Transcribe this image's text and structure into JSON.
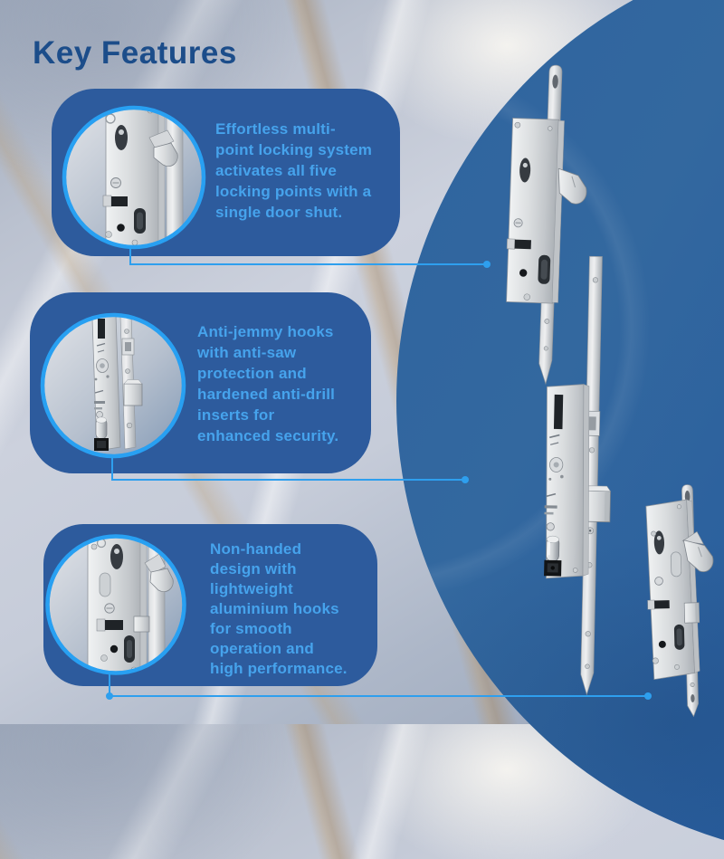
{
  "header": {
    "title": "Key Features"
  },
  "features": [
    {
      "image": "lock-gearbox-hook-closeup",
      "lines": [
        "Effortless multi-",
        "point locking system",
        "activates all five",
        "locking points with a",
        "single door shut."
      ]
    },
    {
      "image": "lock-gearbox-full-closeup",
      "lines": [
        "Anti-jemmy hooks",
        "with anti-saw",
        "protection and",
        "hardened anti-drill",
        "inserts for",
        "enhanced security."
      ]
    },
    {
      "image": "lock-gearbox-hook-closeup-2",
      "lines": [
        "Non-handed",
        "design with",
        "lightweight",
        "aluminium hooks",
        "for smooth",
        "operation and",
        "high performance."
      ]
    }
  ],
  "hero": {
    "images": [
      "multipoint-lock-upper",
      "multipoint-lock-middle",
      "multipoint-lock-lower-right"
    ]
  },
  "colors": {
    "title": "#1c4d8a",
    "card_background": "#2d5b9d",
    "feature_text": "#46a3ec",
    "accent_ring": "#28a0f2",
    "connector": "#2e9fee",
    "hero_circle": "#27609d",
    "marble_base": "#c0c7d4"
  }
}
